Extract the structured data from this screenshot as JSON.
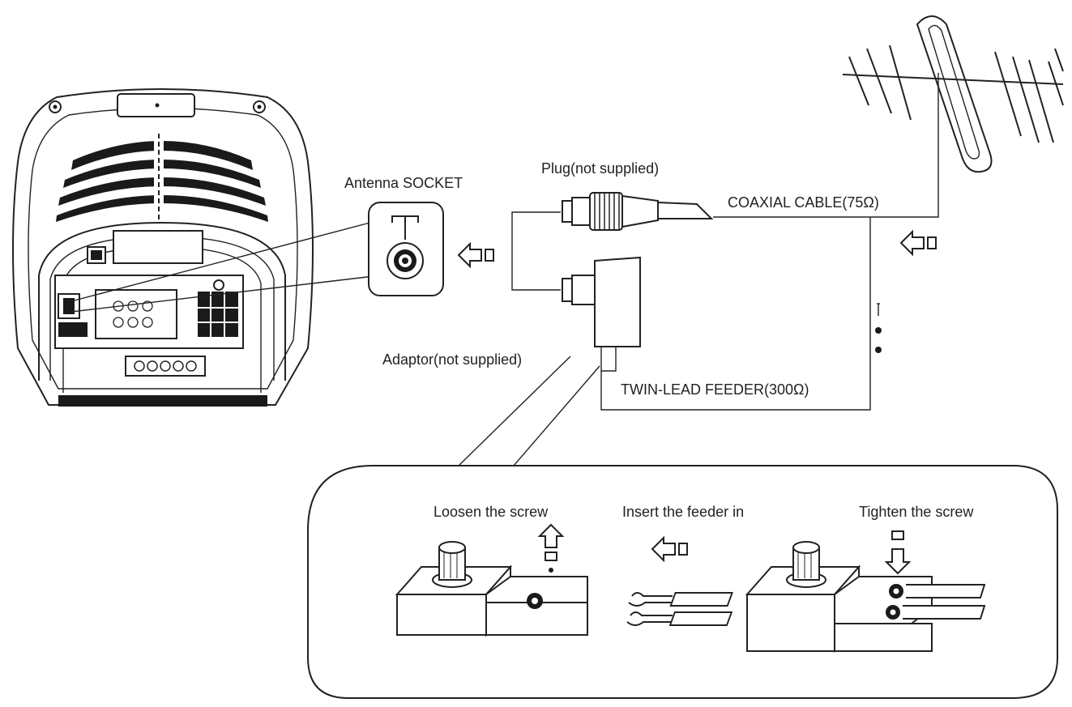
{
  "labels": {
    "antenna_socket": "Antenna SOCKET",
    "plug": "Plug(not supplied)",
    "coaxial_cable": "COAXIAL CABLE(75Ω)",
    "adaptor": "Adaptor(not supplied)",
    "twin_lead_feeder": "TWIN-LEAD FEEDER(300Ω)",
    "loosen": "Loosen the screw",
    "insert": "Insert the feeder in",
    "tighten": "Tighten the screw"
  },
  "colors": {
    "ink": "#222222",
    "background": "#ffffff"
  },
  "icons": [
    "tv-rear-panel",
    "antenna-socket-icon",
    "yagi-antenna-icon",
    "coaxial-plug-icon",
    "adaptor-icon",
    "arrow-left-icon",
    "arrow-up-icon",
    "arrow-down-icon",
    "screw-terminal-icon"
  ]
}
